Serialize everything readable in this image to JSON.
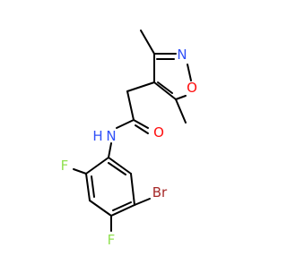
{
  "molecule": {
    "atom_labels": {
      "n_ring": "N",
      "o_ring": "O",
      "o_carbonyl": "O",
      "n_amide": "N",
      "h_amide": "H",
      "f_top": "F",
      "f_bottom": "F",
      "br": "Br"
    },
    "colors": {
      "bond": "#000000",
      "nitrogen": "#3050F8",
      "oxygen": "#FF0D0D",
      "fluorine": "#90E050",
      "bromine": "#A62929"
    }
  }
}
